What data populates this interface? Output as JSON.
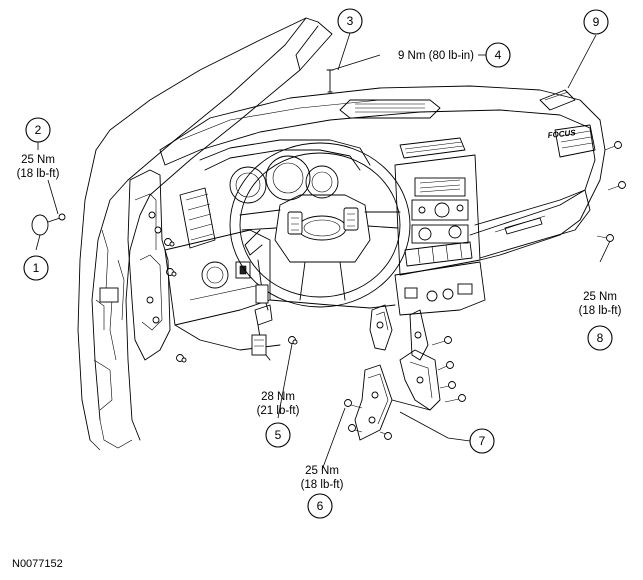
{
  "figure_id": "N0077152",
  "badge_text": "FOCUS",
  "callouts": [
    {
      "num": "1",
      "torque_nm": "",
      "torque_imp": ""
    },
    {
      "num": "2",
      "torque_nm": "25 Nm",
      "torque_imp": "(18 lb-ft)"
    },
    {
      "num": "3",
      "torque_nm": "",
      "torque_imp": ""
    },
    {
      "num": "4",
      "torque_nm": "9 Nm (80 lb-in)",
      "torque_imp": ""
    },
    {
      "num": "5",
      "torque_nm": "28 Nm",
      "torque_imp": "(21 lb-ft)"
    },
    {
      "num": "6",
      "torque_nm": "25 Nm",
      "torque_imp": "(18 lb-ft)"
    },
    {
      "num": "7",
      "torque_nm": "",
      "torque_imp": ""
    },
    {
      "num": "8",
      "torque_nm": "25 Nm",
      "torque_imp": "(18 lb-ft)"
    },
    {
      "num": "9",
      "torque_nm": "",
      "torque_imp": ""
    }
  ]
}
